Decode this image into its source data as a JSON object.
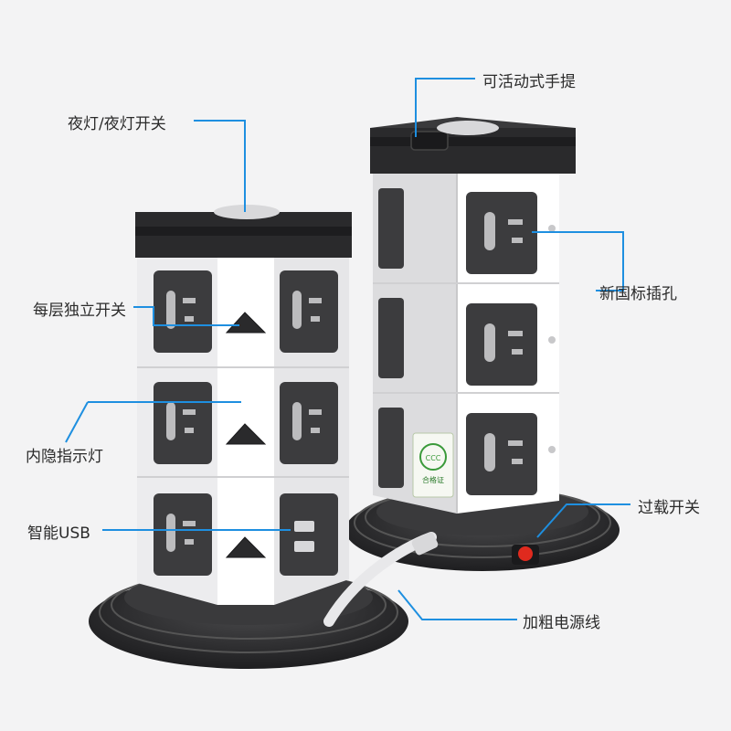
{
  "callouts": {
    "night_light_switch": "夜灯/夜灯开关",
    "movable_handle": "可活动式手提",
    "per_layer_switch": "每层独立开关",
    "new_standard_socket": "新国标插孔",
    "hidden_indicator": "内隐指示灯",
    "smart_usb": "智能USB",
    "overload_switch": "过载开关",
    "thick_power_cord": "加粗电源线"
  },
  "product": {
    "cert_label": "合格证",
    "cert_mark": "CCC",
    "usb_ports": 2
  },
  "colors": {
    "accent": "#1e8fe0",
    "body": "#ffffff",
    "socket": "#3c3c3e",
    "top_cap": "#2a2a2c",
    "base": "#2e2e30",
    "overload_button": "#e02a1e"
  }
}
